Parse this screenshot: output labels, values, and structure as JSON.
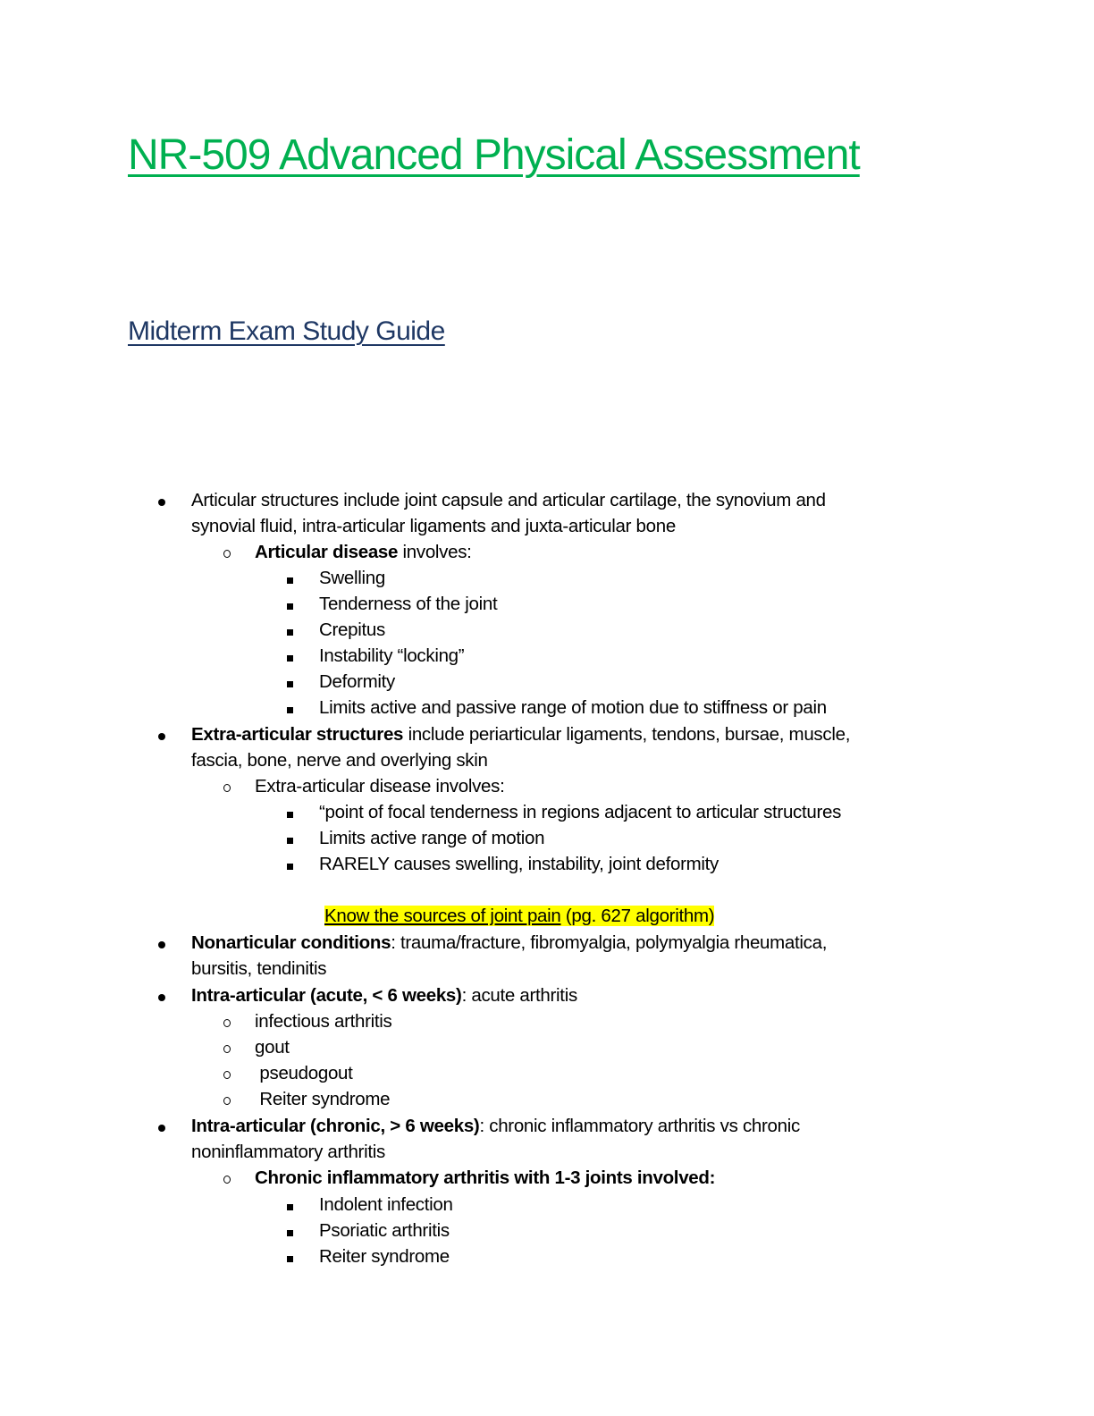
{
  "document": {
    "title": "NR-509 Advanced Physical Assessment",
    "subtitle": "Midterm Exam Study Guide",
    "colors": {
      "title": "#00b050",
      "subtitle": "#1f3864",
      "highlight": "#ffff00"
    }
  },
  "sections": {
    "articular": {
      "line1": "Articular structures include joint capsule and articular cartilage, the synovium and",
      "line2": "synovial fluid, intra-articular ligaments and juxta-articular bone",
      "disease_bold": "Articular disease",
      "disease_rest": " involves:",
      "items": [
        "Swelling",
        "Tenderness of the joint",
        "Crepitus",
        "Instability “locking”",
        "Deformity",
        "Limits active and passive range of motion due to stiffness or pain"
      ]
    },
    "extra_articular": {
      "bold": "Extra-articular structures",
      "line1_rest": " include periarticular ligaments, tendons, bursae, muscle,",
      "line2": "fascia, bone, nerve and overlying skin",
      "disease": "Extra-articular disease involves:",
      "items": [
        "“point of focal tenderness in regions adjacent to articular structures",
        "Limits active range of motion",
        "RARELY causes swelling, instability, joint deformity"
      ]
    },
    "joint_pain_note": {
      "underlined": "Know the sources of joint pain",
      "rest": " (pg. 627 algorithm)"
    },
    "nonarticular": {
      "bold": "Nonarticular conditions",
      "line1_rest": ": trauma/fracture, fibromyalgia, polymyalgia rheumatica,",
      "line2": "bursitis, tendinitis"
    },
    "intra_acute": {
      "bold": "Intra-articular (acute, < 6 weeks)",
      "rest": ": acute arthritis",
      "items": [
        "infectious arthritis",
        "gout",
        " pseudogout",
        " Reiter syndrome"
      ]
    },
    "intra_chronic": {
      "bold": "Intra-articular (chronic, > 6 weeks)",
      "line1_rest": ": chronic inflammatory arthritis vs chronic",
      "line2": "noninflammatory arthritis",
      "sub_bold": "Chronic inflammatory arthritis with 1-3 joints involved:",
      "items": [
        "Indolent infection",
        "Psoriatic arthritis",
        "Reiter syndrome"
      ]
    }
  }
}
